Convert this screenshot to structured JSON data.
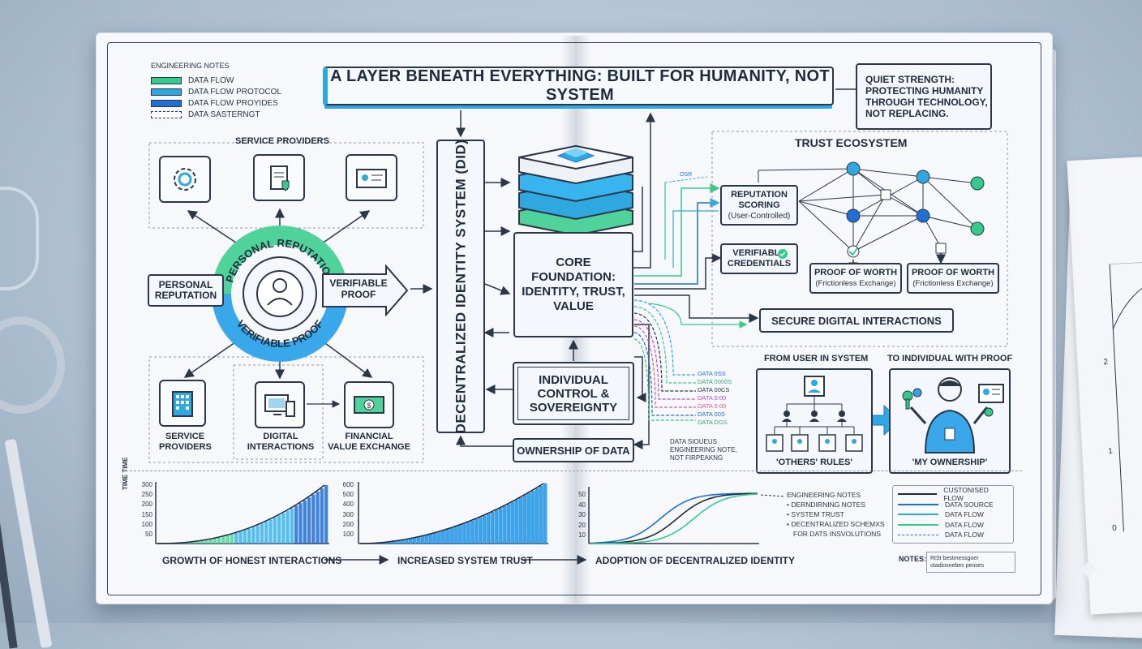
{
  "title": "A LAYER BENEATH EVERYTHING: BUILT FOR HUMANITY, NOT SYSTEM",
  "quote": [
    "QUIET STRENGTH:",
    "PROTECTING HUMANITY",
    "THROUGH TECHNOLOGY,",
    "NOT REPLACING."
  ],
  "legend": {
    "heading": "ENGINEERING NOTES",
    "items": [
      "DATA FLOW",
      "DATA FLOW PROTOCOL",
      "DATA FLOW PROYIDES",
      "DATA SASTERNGT"
    ],
    "colors": [
      "#35c98a",
      "#2fa8e0",
      "#1e6fd6",
      "#ffffff"
    ]
  },
  "left": {
    "service_providers_top": "SERVICE PROVIDERS",
    "ring_top": "PERSONAL REPUTATION",
    "ring_bottom": "VERIFIABLE PROOF",
    "arrow_left": [
      "PERSONAL",
      "REPUTATION"
    ],
    "arrow_right": [
      "VERIFIABLE",
      "PROOF"
    ],
    "bottom_labels": [
      [
        "SERVICE",
        "PROVIDERS"
      ],
      [
        "DIGITAL",
        "INTERACTIONS"
      ],
      [
        "FINANCIAL",
        "VALUE EXCHANGE"
      ]
    ]
  },
  "did": "DECENTRALIZED IDENTITY SYSTEM (DID)",
  "core": [
    "CORE",
    "FOUNDATION:",
    "IDENTITY, TRUST,",
    "VALUE"
  ],
  "control": [
    "INDIVIDUAL",
    "CONTROL &",
    "SOVEREIGNTY"
  ],
  "ownership": "OWNERSHIP OF DATA",
  "data_tags": [
    "DATA 0SS",
    "DATA 0000S",
    "DATA 00CS",
    "DATA 0:00",
    "DATA 0:00",
    "DATA 00S",
    "DATA DGS"
  ],
  "data_note": [
    "DATA SIOUEUS",
    "ENGINEERING NOTE,",
    "NOT FIRPEAKNG"
  ],
  "osr_tag": "OSR",
  "trust": {
    "heading": "TRUST ECOSYSTEM",
    "reputation": [
      "REPUTATION",
      "SCORING",
      "(User-Controlled)"
    ],
    "credentials": [
      "VERIFIABLE",
      "CREDENTIALS"
    ],
    "proof1": [
      "PROOF OF WORTH",
      "(Frictionless Exchange)"
    ],
    "proof2": [
      "PROOF OF WORTH",
      "(Frictionless Exchange)"
    ],
    "secure": "SECURE DIGITAL INTERACTIONS"
  },
  "transition": {
    "from_label": "FROM USER IN SYSTEM",
    "to_label": "TO INDIVIDUAL WITH PROOF",
    "from_caption": "'OTHERS' RULES'",
    "to_caption": "'MY OWNERSHIP'"
  },
  "charts": [
    {
      "type": "area",
      "ylabel": "TIME TIME",
      "yticks": [
        "300",
        "250",
        "200",
        "150",
        "100",
        "50"
      ],
      "caption": "GROWTH OF HONEST INTERACTIONS"
    },
    {
      "type": "bar",
      "yticks": [
        "600",
        "500",
        "400",
        "300",
        "200",
        "100"
      ],
      "caption": "INCREASED SYSTEM TRUST"
    },
    {
      "type": "line",
      "yticks": [
        "50",
        "40",
        "30",
        "20",
        "10"
      ],
      "caption": "ADOPTION OF DECENTRALIZED IDENTITY"
    }
  ],
  "notes_list": [
    "ENGINEERING NOTES",
    "DERNDIRNING NOTES",
    "SYSTEM TRUST",
    "DECENTRALIZED SCHEMXS",
    "FOR DATS INSVOLUTIONS"
  ],
  "flow_legend": [
    "CUSTONISED FLOW",
    "DATA SOURCE",
    "DATA FLOW",
    "DATA FLOW",
    "DATA FLOW"
  ],
  "notes_label": "NOTES:",
  "notes_box": [
    "RtSt bestmessgoer",
    "otadiosnebes penses"
  ],
  "side_ticks": [
    "2",
    "1",
    "0"
  ]
}
